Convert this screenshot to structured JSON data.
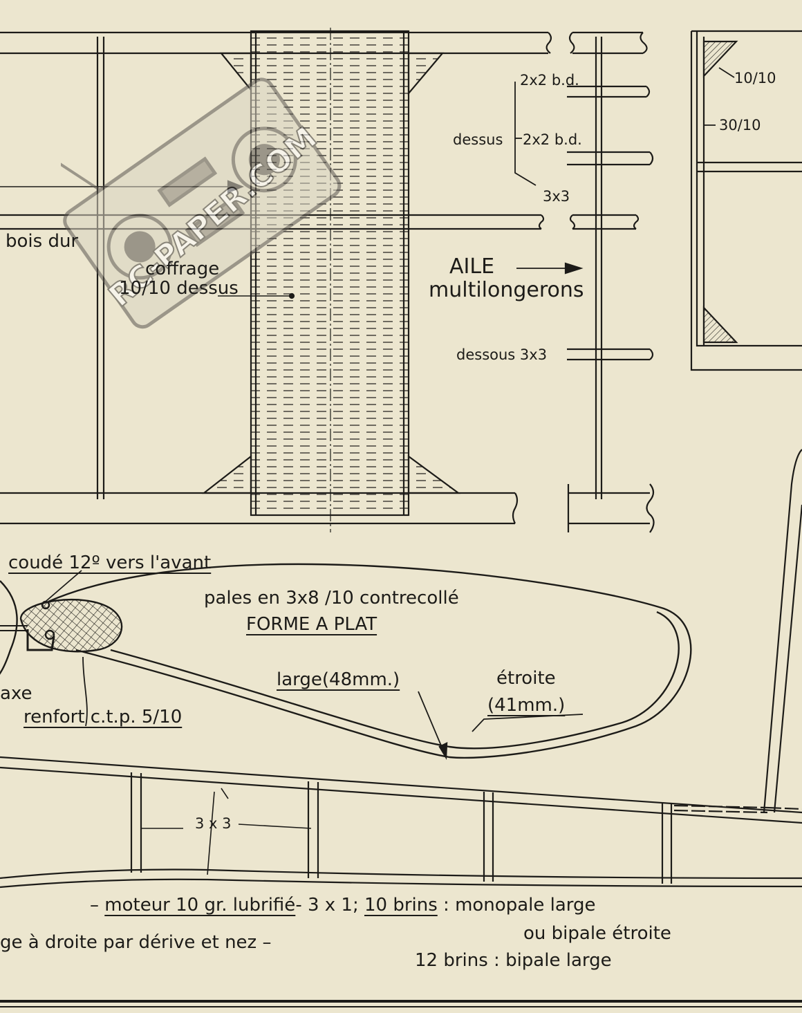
{
  "watermark": {
    "text": "RC-PAPER.COM"
  },
  "wing": {
    "bois_dur": "bois dur",
    "coffrage_1": "coffrage",
    "coffrage_2": "10/10 dessus",
    "title_1": "AILE",
    "title_2": "multilongerons",
    "spar_1": "2x2 b.d.",
    "spar_dessus": "dessus",
    "spar_2": "2x2 b.d.",
    "spar_3": "3x3",
    "dessous": "dessous 3x3"
  },
  "rib": {
    "top": "10/10",
    "mid": "30/10"
  },
  "propeller": {
    "coude": "coudé 12º vers l'avant",
    "pales": "pales en 3x8 /10 contrecollé",
    "forme": "FORME A PLAT",
    "axe": "axe",
    "renfort": "renfort c.t.p. 5/10",
    "large": "large(48mm.)",
    "etroite_1": "étroite",
    "etroite_2": "(41mm.)"
  },
  "fuselage": {
    "frame": "3 x 3"
  },
  "notes": {
    "moteur_prefix": "– ",
    "moteur": "moteur 10 gr. lubrifié",
    "section": "- 3 x 1; ",
    "brins_10": "10 brins",
    "monopale": " : monopale large",
    "bipale_etroite": "ou bipale étroite",
    "centrage": "ge à droite par dérive et nez –",
    "brins_12": "12 brins : bipale large"
  }
}
